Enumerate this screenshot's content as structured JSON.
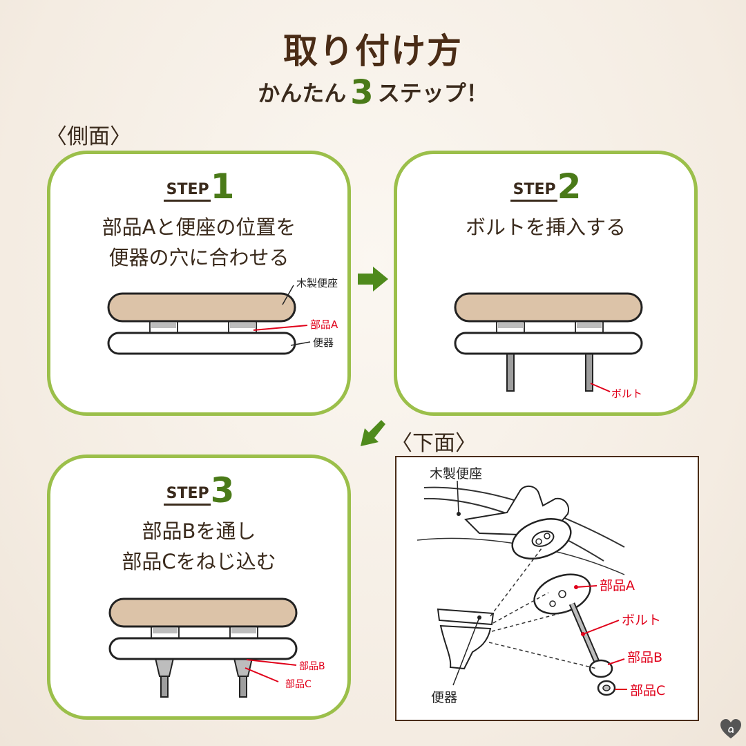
{
  "title": "取り付け方",
  "subtitle": {
    "prefix": "かんたん",
    "number": "3",
    "suffix": "ステップ！"
  },
  "side_view_label": "〈側面〉",
  "bottom_view_label": "〈下面〉",
  "steps": [
    {
      "word": "STEP",
      "number": "1",
      "line1": "部品Aと便座の位置を",
      "line2": "便器の穴に合わせる",
      "labels": {
        "seat": "木製便座",
        "part_a": "部品A",
        "toilet": "便器"
      }
    },
    {
      "word": "STEP",
      "number": "2",
      "line1": "ボルトを挿入する",
      "line2": "",
      "labels": {
        "bolt": "ボルト"
      }
    },
    {
      "word": "STEP",
      "number": "3",
      "line1": "部品Bを通し",
      "line2": "部品Cをねじ込む",
      "labels": {
        "part_b": "部品B",
        "part_c": "部品C"
      }
    }
  ],
  "exploded_view": {
    "seat": "木製便座",
    "part_a": "部品A",
    "bolt": "ボルト",
    "part_b": "部品B",
    "part_c": "部品C",
    "toilet": "便器"
  },
  "colors": {
    "card_border": "#9bbf4a",
    "accent_green": "#4a7a18",
    "arrow_green": "#4f8a1c",
    "seat_fill": "#dcc3a8",
    "label_red": "#e0001a",
    "title_brown": "#4a2c16"
  },
  "icons": {
    "arrow_right": "arrow-right-icon",
    "arrow_down_left": "arrow-down-left-icon",
    "logo": "heart-logo-icon"
  }
}
